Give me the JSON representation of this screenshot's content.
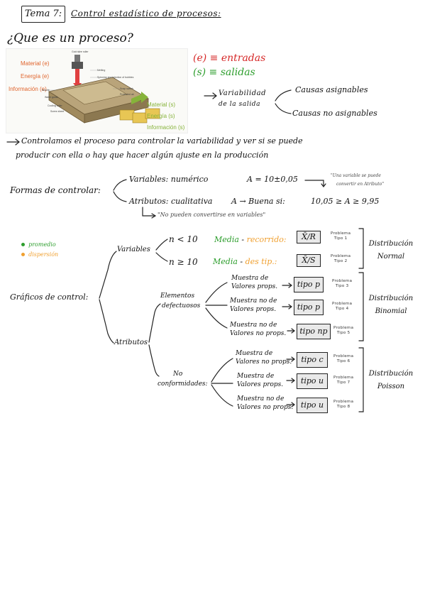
{
  "title": {
    "tema": "Tema 7:",
    "main": "Control estadístico de procesos:"
  },
  "question": "¿Que es un proceso?",
  "diagram": {
    "inputs": [
      "Material (e)",
      "Energía (e)",
      "Información (e)"
    ],
    "outputs": [
      "Material (s)",
      "Energía (s)",
      "Información (s)"
    ],
    "small_labels": [
      "Gold wire roller",
      "Melting",
      "Spinning and injection of bubbles",
      "Nozzle",
      "Cooling roller",
      "Water guide",
      "Screw sheet",
      "Snap switch",
      "Protected air"
    ],
    "colors": {
      "inputs": "#e0642c",
      "outputs": "#86b33a"
    }
  },
  "legend_io": {
    "entradas": "(e) ≡ entradas",
    "salidas": "(s) ≡ salidas"
  },
  "variabilidad": {
    "text_line1": "Variabilidad",
    "text_line2": "de la salida",
    "branch1": "Causas asignables",
    "branch2": "Causas no asignables"
  },
  "control_sentence": {
    "line1": "Controlamos el proceso para controlar la variabilidad y ver si se puede",
    "line2": "producir con ella o hay que hacer algún ajuste en la producción"
  },
  "formas": {
    "label": "Formas de controlar:",
    "variables": "Variables: numérico",
    "variables_example": "A = 10±0,05",
    "variables_note_line1": "\"Una variable se puede",
    "variables_note_line2": "convertir en Atributo\"",
    "atributos": "Atributos: cualitativa",
    "atributos_example": "A → Buena si:",
    "atributos_range": "10,05 ≥ A ≥ 9,95",
    "atributos_note": "\"No pueden convertirse en variables\""
  },
  "legend_colors": {
    "promedio": "promedio",
    "dispersion": "dispersión",
    "green": "#2e9e2e",
    "orange": "#f0a030"
  },
  "graficos": {
    "label": "Gráficos de control:",
    "variables": {
      "label": "Variables",
      "rows": [
        {
          "cond": "n < 10",
          "media": "Media",
          "disp": "recorrido:",
          "chart": "X̄/R",
          "problem": "Problema",
          "tipo": "Tipo 1"
        },
        {
          "cond": "n ≥ 10",
          "media": "Media",
          "disp": "des tip.:",
          "chart": "X̄/S",
          "problem": "Problema",
          "tipo": "Tipo 2"
        }
      ],
      "distribution": "Distribución Normal"
    },
    "atributos": {
      "label": "Atributos",
      "defectuosos": {
        "label_line1": "Elementos",
        "label_line2": "defectuosos",
        "rows": [
          {
            "line1": "Muestra de",
            "line2": "Valores props.",
            "chart": "tipo p",
            "problem": "Problema",
            "tipo": "Tipo 3"
          },
          {
            "line1": "Muestra no de",
            "line2": "Valores props.",
            "chart": "tipo p",
            "problem": "Problema",
            "tipo": "Tipo 4"
          },
          {
            "line1": "Muestra no de",
            "line2": "Valores no props.",
            "chart": "tipo np",
            "problem": "Problema",
            "tipo": "Tipo 5"
          }
        ],
        "distribution": "Distribución Binomial"
      },
      "no_conformidades": {
        "label_line1": "No",
        "label_line2": "conformidades:",
        "rows": [
          {
            "line1": "Muestra de",
            "line2": "Valores no props.",
            "chart": "tipo c",
            "problem": "Problema",
            "tipo": "Tipo 6"
          },
          {
            "line1": "Muestra de",
            "line2": "Valores props.",
            "chart": "tipo u",
            "problem": "Problema",
            "tipo": "Tipo 7"
          },
          {
            "line1": "Muestra no de",
            "line2": "Valores no props.",
            "chart": "tipo u",
            "problem": "Problema",
            "tipo": "Tipo 8"
          }
        ],
        "distribution": "Distribución Poisson"
      }
    }
  }
}
